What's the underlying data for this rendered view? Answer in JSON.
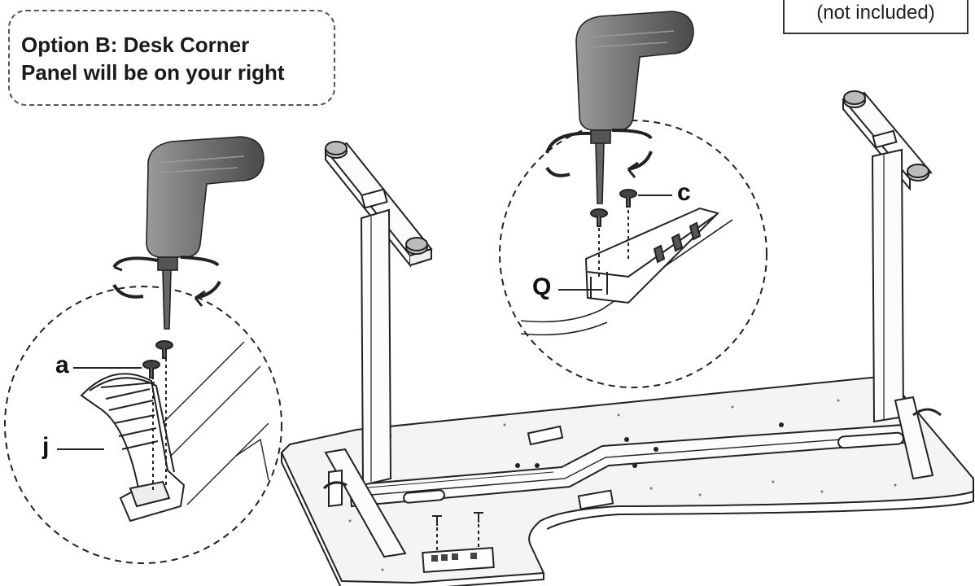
{
  "option_label": "Option B:  Desk Corner\nPanel will be on your right",
  "tool_note": "(not included)",
  "callouts": {
    "a": "a",
    "j": "j",
    "c": "c",
    "Q": "Q"
  },
  "colors": {
    "line": "#222222",
    "drill_body": "#7d7d7d",
    "drill_grip": "#5e5e5e",
    "desk": "#f4f4f4"
  }
}
